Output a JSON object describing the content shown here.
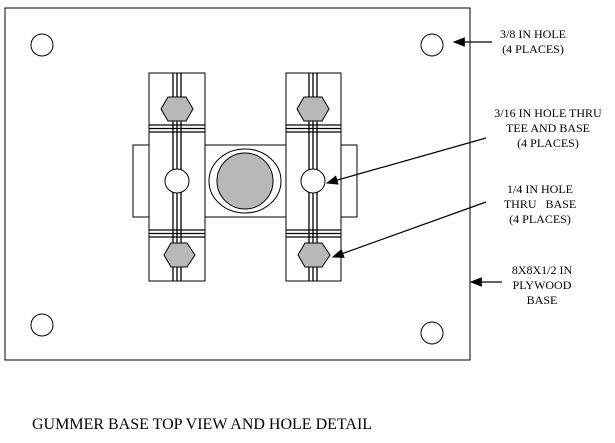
{
  "title": "GUMMER BASE TOP VIEW AND HOLE DETAIL",
  "callouts": {
    "corner_hole": [
      "3/8 IN HOLE",
      "(4 PLACES)"
    ],
    "tee_hole": [
      "3/16 IN HOLE THRU",
      "TEE AND BASE",
      "(4 PLACES)"
    ],
    "base_hole": [
      "1/4 IN HOLE",
      "THRU   BASE",
      "(4 PLACES)"
    ],
    "plate": [
      "8X8X1/2 IN",
      "PLYWOOD",
      "BASE"
    ]
  },
  "colors": {
    "fill_gray": "#b8b8b8",
    "line": "#000000"
  }
}
